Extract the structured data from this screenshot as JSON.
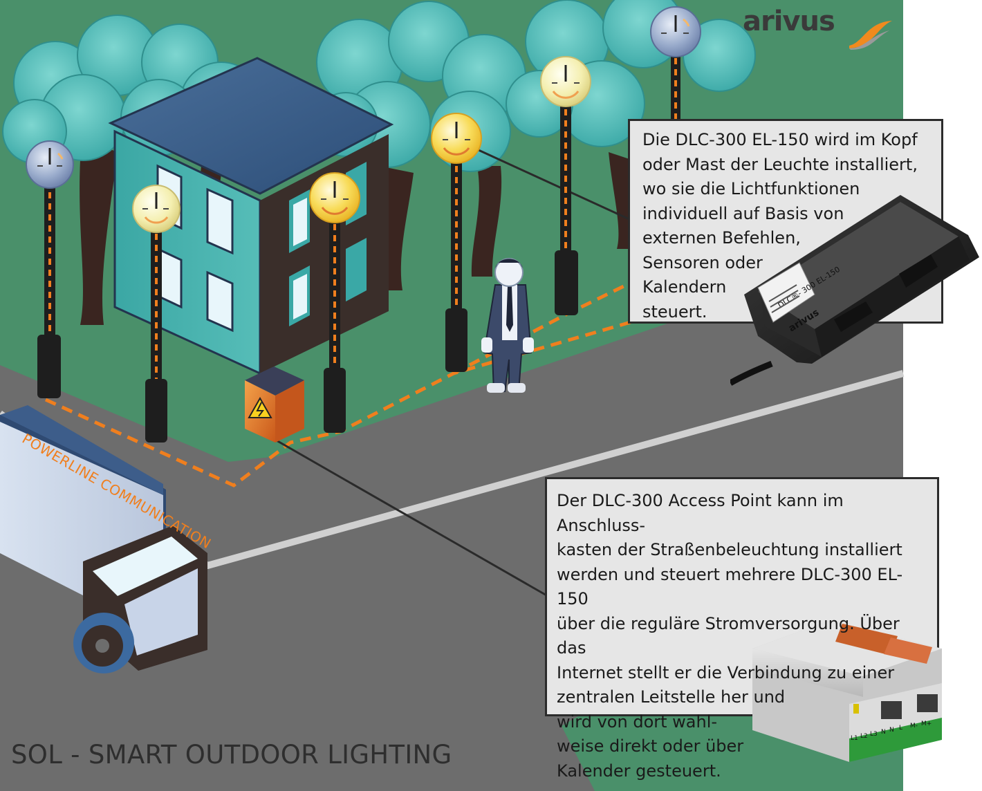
{
  "brand": {
    "name": "arivus",
    "swoosh_color": "#f08a1e"
  },
  "title": "SOL - SMART OUTDOOR LIGHTING",
  "powerline_label": "POWERLINE COMMUNICATION",
  "callouts": {
    "top": "Die DLC-300 EL-150 wird im Kopf\noder Mast der Leuchte installiert,\nwo sie die  Lichtfunktionen\nindividuell auf Basis von\nexternen Befehlen,\nSensoren oder\nKalendern\nsteuert.",
    "bottom": "Der DLC-300 Access Point kann im Anschluss-\nkasten der Straßenbeleuchtung installiert\nwerden und steuert mehrere DLC-300 EL-150\nüber die reguläre Stromversorgung. Über das\nInternet stellt er die Verbindung zu einer\nzentralen Leitstelle her und\nwird von dort wahl-\nweise direkt oder über\nKalender gesteuert."
  },
  "device_labels": {
    "controller": "DLC®- 300 EL-150",
    "controller_brand": "arivus",
    "access_point_terminals": [
      "L1",
      "L2",
      "L3",
      "N",
      "N",
      "L",
      "M-",
      "M+"
    ]
  },
  "colors": {
    "grass": "#4a906a",
    "road": "#6b6b6b",
    "building_front": "#3fa3a3",
    "building_roof": "#3a5f8c",
    "powerline": "#f07f1e",
    "callout_bg": "#e6e6e6"
  }
}
